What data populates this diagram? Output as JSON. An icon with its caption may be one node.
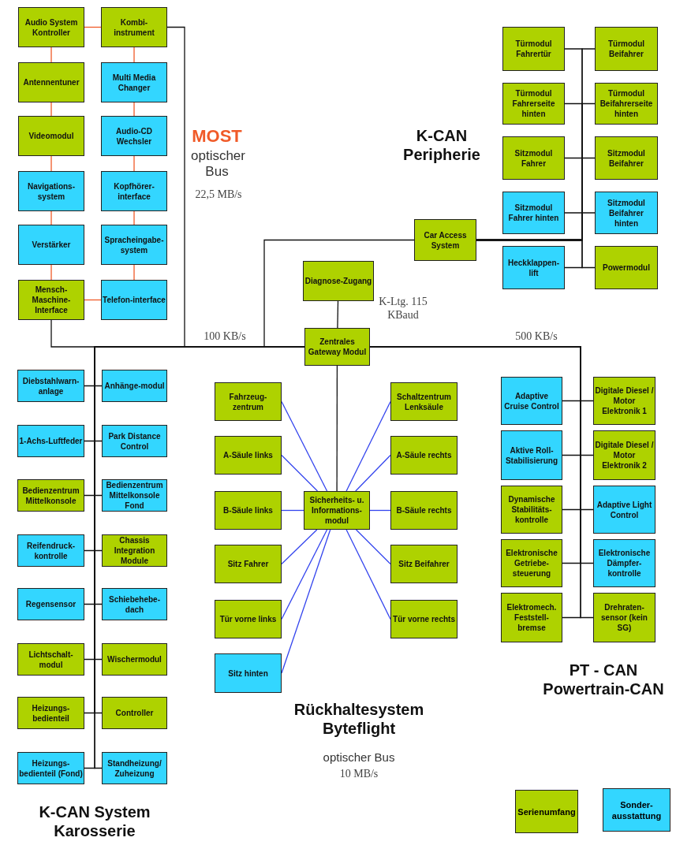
{
  "diagram": {
    "nodes": [
      {
        "text": [
          "Audio System Kontroller"
        ]
      },
      {
        "text": [
          "Kombi-instrument"
        ]
      },
      {
        "text": [
          "Antennentuner"
        ]
      },
      {
        "text": [
          "Multi Media Changer"
        ]
      },
      {
        "text": [
          "Videomodul"
        ]
      },
      {
        "text": [
          "Audio-CD Wechsler"
        ]
      },
      {
        "text": [
          "Navigations-system"
        ]
      },
      {
        "text": [
          "Kopfhörer-interface"
        ]
      },
      {
        "text": [
          "Verstärker"
        ]
      },
      {
        "text": [
          "Spracheingabe-system"
        ]
      },
      {
        "text": [
          "Mensch-Maschine-Interface"
        ]
      },
      {
        "text": [
          "Telefon-interface"
        ]
      },
      {
        "text": [
          "Türmodul Fahrertür"
        ]
      },
      {
        "text": [
          "Türmodul Beifahrer"
        ]
      },
      {
        "text": [
          "Türmodul Fahrerseite hinten"
        ]
      },
      {
        "text": [
          "Türmodul Beifahrerseite hinten"
        ]
      },
      {
        "text": [
          "Sitzmodul Fahrer"
        ]
      },
      {
        "text": [
          "Sitzmodul Beifahrer"
        ]
      },
      {
        "text": [
          "Sitzmodul Fahrer hinten"
        ]
      },
      {
        "text": [
          "Sitzmodul Beifahrer hinten"
        ]
      },
      {
        "text": [
          "Heckklappen-lift"
        ]
      },
      {
        "text": [
          "Powermodul"
        ]
      },
      {
        "text": [
          "Car Access System"
        ]
      },
      {
        "text": [
          "Diagnose-Zugang"
        ]
      },
      {
        "text": [
          "Zentrales Gateway Modul"
        ]
      },
      {
        "text": [
          "Fahrzeug-zentrum"
        ]
      },
      {
        "text": [
          "Schaltzentrum Lenksäule"
        ]
      },
      {
        "text": [
          "A-Säule links"
        ]
      },
      {
        "text": [
          "A-Säule rechts"
        ]
      },
      {
        "text": [
          "B-Säule links"
        ]
      },
      {
        "text": [
          "Sicherheits- u. Informations-modul"
        ]
      },
      {
        "text": [
          "B-Säule rechts"
        ]
      },
      {
        "text": [
          "Sitz Fahrer"
        ]
      },
      {
        "text": [
          "Sitz Beifahrer"
        ]
      },
      {
        "text": [
          "Tür vorne links"
        ]
      },
      {
        "text": [
          "Tür vorne rechts"
        ]
      },
      {
        "text": [
          "Sitz hinten"
        ]
      },
      {
        "text": [
          "Diebstahlwarn-anlage"
        ]
      },
      {
        "text": [
          "Anhänge-modul"
        ]
      },
      {
        "text": [
          "1-Achs-Luftfeder"
        ]
      },
      {
        "text": [
          "Park Distance Control"
        ]
      },
      {
        "text": [
          "Bedienzentrum Mittelkonsole"
        ]
      },
      {
        "text": [
          "Bedienzentrum Mittelkonsole Fond"
        ]
      },
      {
        "text": [
          "Reifendruck-kontrolle"
        ]
      },
      {
        "text": [
          "Chassis Integration Module"
        ]
      },
      {
        "text": [
          "Regensensor"
        ]
      },
      {
        "text": [
          "Schiebehebe-dach"
        ]
      },
      {
        "text": [
          "Lichtschalt-modul"
        ]
      },
      {
        "text": [
          "Wischermodul"
        ]
      },
      {
        "text": [
          "Heizungs-bedienteil"
        ]
      },
      {
        "text": [
          "Controller"
        ]
      },
      {
        "text": [
          "Heizungs-bedienteil (Fond)"
        ]
      },
      {
        "text": [
          "Standheizung/Zuheizung"
        ]
      },
      {
        "text": [
          "Adaptive Cruise Control"
        ]
      },
      {
        "text": [
          "Digitale Diesel /Motor Elektronik 1"
        ]
      },
      {
        "text": [
          "Aktive Roll-Stabilisierung"
        ]
      },
      {
        "text": [
          "Digitale Diesel /Motor Elektronik 2"
        ]
      },
      {
        "text": [
          "Dynamische Stabilitäts-kontrolle"
        ]
      },
      {
        "text": [
          "Adaptive Light Control"
        ]
      },
      {
        "text": [
          "Elektronische Getriebe-steuerung"
        ]
      },
      {
        "text": [
          "Elektronische Dämpfer-kontrolle"
        ]
      },
      {
        "text": [
          "Elektromech. Feststell-bremse"
        ]
      },
      {
        "text": [
          "Drehraten-sensor (kein SG)"
        ]
      }
    ],
    "edges": [
      {
        "from": 0,
        "to": 1,
        "arrow": "none",
        "color": "#f05a28"
      },
      {
        "from": 0,
        "to": 2,
        "arrow": "none",
        "color": "#f05a28"
      },
      {
        "from": 1,
        "to": 3,
        "arrow": "none",
        "color": "#f05a28"
      },
      {
        "from": 2,
        "to": 4,
        "arrow": "none",
        "color": "#f05a28"
      },
      {
        "from": 3,
        "to": 5,
        "arrow": "none",
        "color": "#f05a28"
      },
      {
        "from": 4,
        "to": 6,
        "arrow": "none",
        "color": "#f05a28"
      },
      {
        "from": 5,
        "to": 7,
        "arrow": "none",
        "color": "#f05a28"
      },
      {
        "from": 6,
        "to": 8,
        "arrow": "none",
        "color": "#f05a28"
      },
      {
        "from": 7,
        "to": 9,
        "arrow": "none",
        "color": "#f05a28"
      },
      {
        "from": 8,
        "to": 10,
        "arrow": "none",
        "color": "#f05a28"
      },
      {
        "from": 9,
        "to": 11,
        "arrow": "none",
        "color": "#f05a28"
      },
      {
        "from": 10,
        "to": 11,
        "arrow": "none",
        "color": "#f05a28"
      },
      {
        "from": 1,
        "to": 24,
        "arrow": "none"
      },
      {
        "from": 10,
        "to": 24,
        "arrow": "none"
      },
      {
        "from": 12,
        "to": 22,
        "arrow": "none"
      },
      {
        "from": 13,
        "to": 22,
        "arrow": "none"
      },
      {
        "from": 14,
        "to": 22,
        "arrow": "none"
      },
      {
        "from": 15,
        "to": 22,
        "arrow": "none"
      },
      {
        "from": 16,
        "to": 22,
        "arrow": "none"
      },
      {
        "from": 17,
        "to": 22,
        "arrow": "none"
      },
      {
        "from": 18,
        "to": 22,
        "arrow": "none"
      },
      {
        "from": 19,
        "to": 22,
        "arrow": "none"
      },
      {
        "from": 20,
        "to": 22,
        "arrow": "none"
      },
      {
        "from": 21,
        "to": 22,
        "arrow": "none"
      },
      {
        "from": 22,
        "to": 24,
        "arrow": "none"
      },
      {
        "from": 23,
        "to": 24,
        "arrow": "none"
      },
      {
        "from": 24,
        "to": 30,
        "arrow": "none"
      },
      {
        "from": 25,
        "to": 30,
        "arrow": "none",
        "color": "#3344ee"
      },
      {
        "from": 26,
        "to": 30,
        "arrow": "none",
        "color": "#3344ee"
      },
      {
        "from": 27,
        "to": 30,
        "arrow": "none",
        "color": "#3344ee"
      },
      {
        "from": 28,
        "to": 30,
        "arrow": "none",
        "color": "#3344ee"
      },
      {
        "from": 29,
        "to": 30,
        "arrow": "none",
        "color": "#3344ee"
      },
      {
        "from": 31,
        "to": 30,
        "arrow": "none",
        "color": "#3344ee"
      },
      {
        "from": 32,
        "to": 30,
        "arrow": "none",
        "color": "#3344ee"
      },
      {
        "from": 33,
        "to": 30,
        "arrow": "none",
        "color": "#3344ee"
      },
      {
        "from": 34,
        "to": 30,
        "arrow": "none",
        "color": "#3344ee"
      },
      {
        "from": 35,
        "to": 30,
        "arrow": "none",
        "color": "#3344ee"
      },
      {
        "from": 36,
        "to": 30,
        "arrow": "none",
        "color": "#3344ee"
      },
      {
        "from": 37,
        "to": 24,
        "arrow": "none"
      },
      {
        "from": 38,
        "to": 24,
        "arrow": "none"
      },
      {
        "from": 39,
        "to": 24,
        "arrow": "none"
      },
      {
        "from": 40,
        "to": 24,
        "arrow": "none"
      },
      {
        "from": 41,
        "to": 24,
        "arrow": "none"
      },
      {
        "from": 42,
        "to": 24,
        "arrow": "none"
      },
      {
        "from": 43,
        "to": 24,
        "arrow": "none"
      },
      {
        "from": 44,
        "to": 24,
        "arrow": "none"
      },
      {
        "from": 45,
        "to": 24,
        "arrow": "none"
      },
      {
        "from": 46,
        "to": 24,
        "arrow": "none"
      },
      {
        "from": 47,
        "to": 24,
        "arrow": "none"
      },
      {
        "from": 48,
        "to": 24,
        "arrow": "none"
      },
      {
        "from": 49,
        "to": 24,
        "arrow": "none"
      },
      {
        "from": 50,
        "to": 24,
        "arrow": "none"
      },
      {
        "from": 51,
        "to": 24,
        "arrow": "none"
      },
      {
        "from": 52,
        "to": 24,
        "arrow": "none"
      },
      {
        "from": 53,
        "to": 24,
        "arrow": "none"
      },
      {
        "from": 54,
        "to": 24,
        "arrow": "none"
      },
      {
        "from": 55,
        "to": 24,
        "arrow": "none"
      },
      {
        "from": 56,
        "to": 24,
        "arrow": "none"
      },
      {
        "from": 57,
        "to": 24,
        "arrow": "none"
      },
      {
        "from": 58,
        "to": 24,
        "arrow": "none"
      },
      {
        "from": 59,
        "to": 24,
        "arrow": "none"
      },
      {
        "from": 60,
        "to": 24,
        "arrow": "none"
      },
      {
        "from": 61,
        "to": 24,
        "arrow": "none"
      },
      {
        "from": 62,
        "to": 24,
        "arrow": "none"
      }
    ],
    "labels": [
      "MOST",
      "optischer Bus",
      "22,5 MB/s",
      "K-CAN Peripherie",
      "K-Ltg. 115 KBaud",
      "100 KB/s",
      "500 KB/s",
      "PT - CAN Powertrain-CAN",
      "Rückhaltesystem Byteflight",
      "optischer Bus",
      "10 MB/s",
      "K-CAN System Karosserie"
    ],
    "legend": [
      {
        "text": "Serienumfang",
        "color": "#aed200"
      },
      {
        "text": "Sonder-ausstattung",
        "color": "#33d6ff"
      }
    ]
  }
}
